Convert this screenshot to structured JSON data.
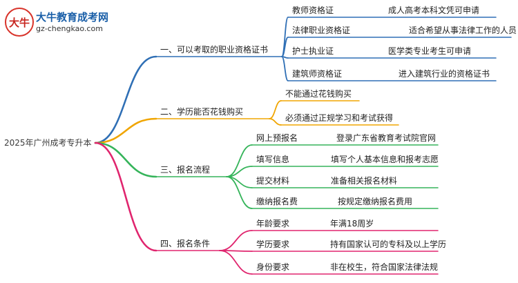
{
  "brand": {
    "title": "大牛教育成考网",
    "url": "gz-chengkao.com",
    "mark_text": "大牛"
  },
  "root": {
    "label": "2025年广州成考专升本",
    "color": "#3a3a3a"
  },
  "branches": [
    {
      "label": "一、可以考取的职业资格证书",
      "color": "#2f6fb5",
      "children": [
        {
          "label": "教师资格证",
          "note": "成人高考本科文凭可申请"
        },
        {
          "label": "法律职业资格证",
          "note": "适合希望从事法律工作的人员"
        },
        {
          "label": "护士执业证",
          "note": "医学类专业考生可申请"
        },
        {
          "label": "建筑师资格证",
          "note": "进入建筑行业的资格证书"
        }
      ]
    },
    {
      "label": "二、学历能否花钱购买",
      "color": "#f0a500",
      "children": [
        {
          "label": "不能通过花钱购买"
        },
        {
          "label": "必须通过正规学习和考试获得"
        }
      ]
    },
    {
      "label": "三、报名流程",
      "color": "#35b45a",
      "children": [
        {
          "label": "网上预报名",
          "note": "登录广东省教育考试院官网"
        },
        {
          "label": "填写信息",
          "note": "填写个人基本信息和报考志愿"
        },
        {
          "label": "提交材料",
          "note": "准备相关报名材料"
        },
        {
          "label": "缴纳报名费",
          "note": "按规定缴纳报名费用"
        }
      ]
    },
    {
      "label": "四、报名条件",
      "color": "#e0256e",
      "children": [
        {
          "label": "年龄要求",
          "note": "年满18周岁"
        },
        {
          "label": "学历要求",
          "note": "持有国家认可的专科及以上学历"
        },
        {
          "label": "身份要求",
          "note": "非在校生，符合国家法律法规"
        }
      ]
    }
  ]
}
